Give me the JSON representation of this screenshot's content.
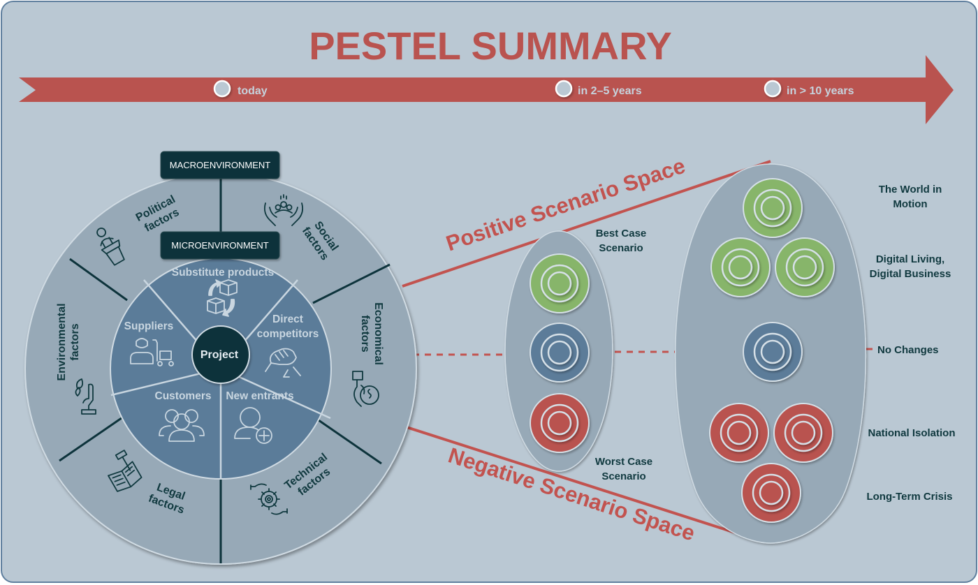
{
  "title": "PESTEL SUMMARY",
  "timeline": {
    "points": [
      {
        "label": "today"
      },
      {
        "label": "in 2–5 years"
      },
      {
        "label": "in > 10 years"
      }
    ]
  },
  "wheel": {
    "macro_label": "MACROENVIRONMENT",
    "micro_label": "MICROENVIRONMENT",
    "center_label": "Project",
    "outer_factors": [
      {
        "line1": "Political",
        "line2": "factors",
        "icon": "podium-speaker-icon"
      },
      {
        "line1": "Social",
        "line2": "factors",
        "icon": "hands-holding-people-icon"
      },
      {
        "line1": "Economical",
        "line2": "factors",
        "icon": "hand-money-bag-icon"
      },
      {
        "line1": "Technical",
        "line2": "factors",
        "icon": "hands-gear-icon"
      },
      {
        "line1": "Legal",
        "line2": "factors",
        "icon": "gavel-book-icon"
      },
      {
        "line1": "Environmental",
        "line2": "factors",
        "icon": "hand-leaf-icon"
      }
    ],
    "inner_segments": [
      {
        "line1": "Substitute products",
        "icon": "boxes-exchange-icon"
      },
      {
        "line1": "Direct",
        "line2": "competitors",
        "icon": "arm-wrestling-icon"
      },
      {
        "line1": "New entrants",
        "icon": "user-add-icon"
      },
      {
        "line1": "Customers",
        "icon": "group-users-icon"
      },
      {
        "line1": "Suppliers",
        "icon": "delivery-worker-cart-icon"
      }
    ]
  },
  "scenario_space": {
    "positive_label": "Positive Scenario Space",
    "negative_label": "Negative Scenario Space",
    "best_case": {
      "line1": "Best Case",
      "line2": "Scenario"
    },
    "worst_case": {
      "line1": "Worst Case",
      "line2": "Scenario"
    },
    "mid_targets": [
      {
        "type": "positive",
        "color": "#87b56a"
      },
      {
        "type": "neutral",
        "color": "#5b7c99"
      },
      {
        "type": "negative",
        "color": "#b9534f"
      }
    ],
    "future_scenarios": [
      {
        "line1": "The World in",
        "line2": "Motion",
        "type": "positive",
        "count": 1
      },
      {
        "line1": "Digital Living,",
        "line2": "Digital Business",
        "type": "positive",
        "count": 2
      },
      {
        "line1": "No Changes",
        "type": "neutral",
        "count": 1
      },
      {
        "line1": "National Isolation",
        "type": "negative",
        "count": 2
      },
      {
        "line1": "Long-Term Crisis",
        "type": "negative",
        "count": 1
      }
    ]
  },
  "colors": {
    "accent_red": "#b9534f",
    "positive_green": "#87b56a",
    "neutral_blue": "#5b7c99",
    "dark_teal": "#0d333b",
    "background": "#bac8d3"
  }
}
